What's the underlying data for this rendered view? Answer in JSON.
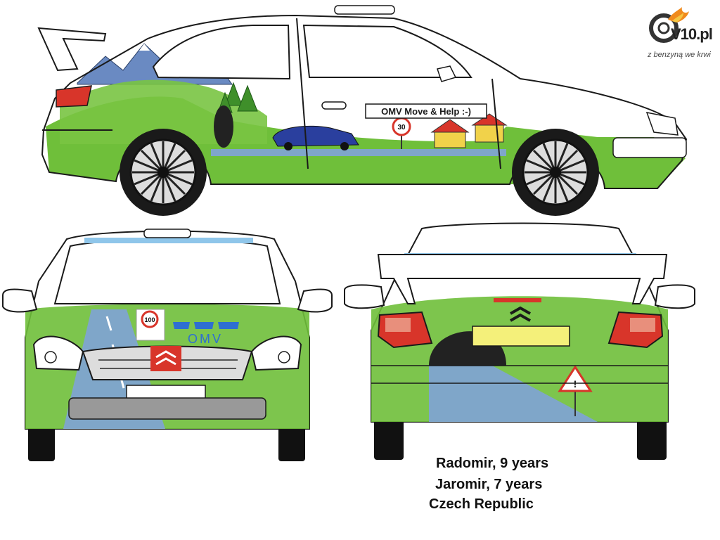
{
  "logo": {
    "name": "V10.pl",
    "tagline": "z benzyną we krwi",
    "icon": "tire-flame-icon"
  },
  "side_view": {
    "door_sign": "OMV Move & Help :-)",
    "speed_sign": "30"
  },
  "front_view": {
    "speed_sign": "100",
    "brand": "OMV"
  },
  "credits": [
    "Radomir, 9 years",
    "Jaromir, 7 years",
    "Czech Republic"
  ],
  "colors": {
    "grass": "#6fbf3a",
    "sky": "#8fc6ea",
    "mountain": "#5b7fb5",
    "road": "#7fa6c9",
    "outline": "#1a1a1a",
    "brake_light": "#d8352a",
    "plate_yellow": "#f4f07a",
    "brand_blue": "#2e6fd1",
    "logo_flame": "#f08a1c"
  }
}
